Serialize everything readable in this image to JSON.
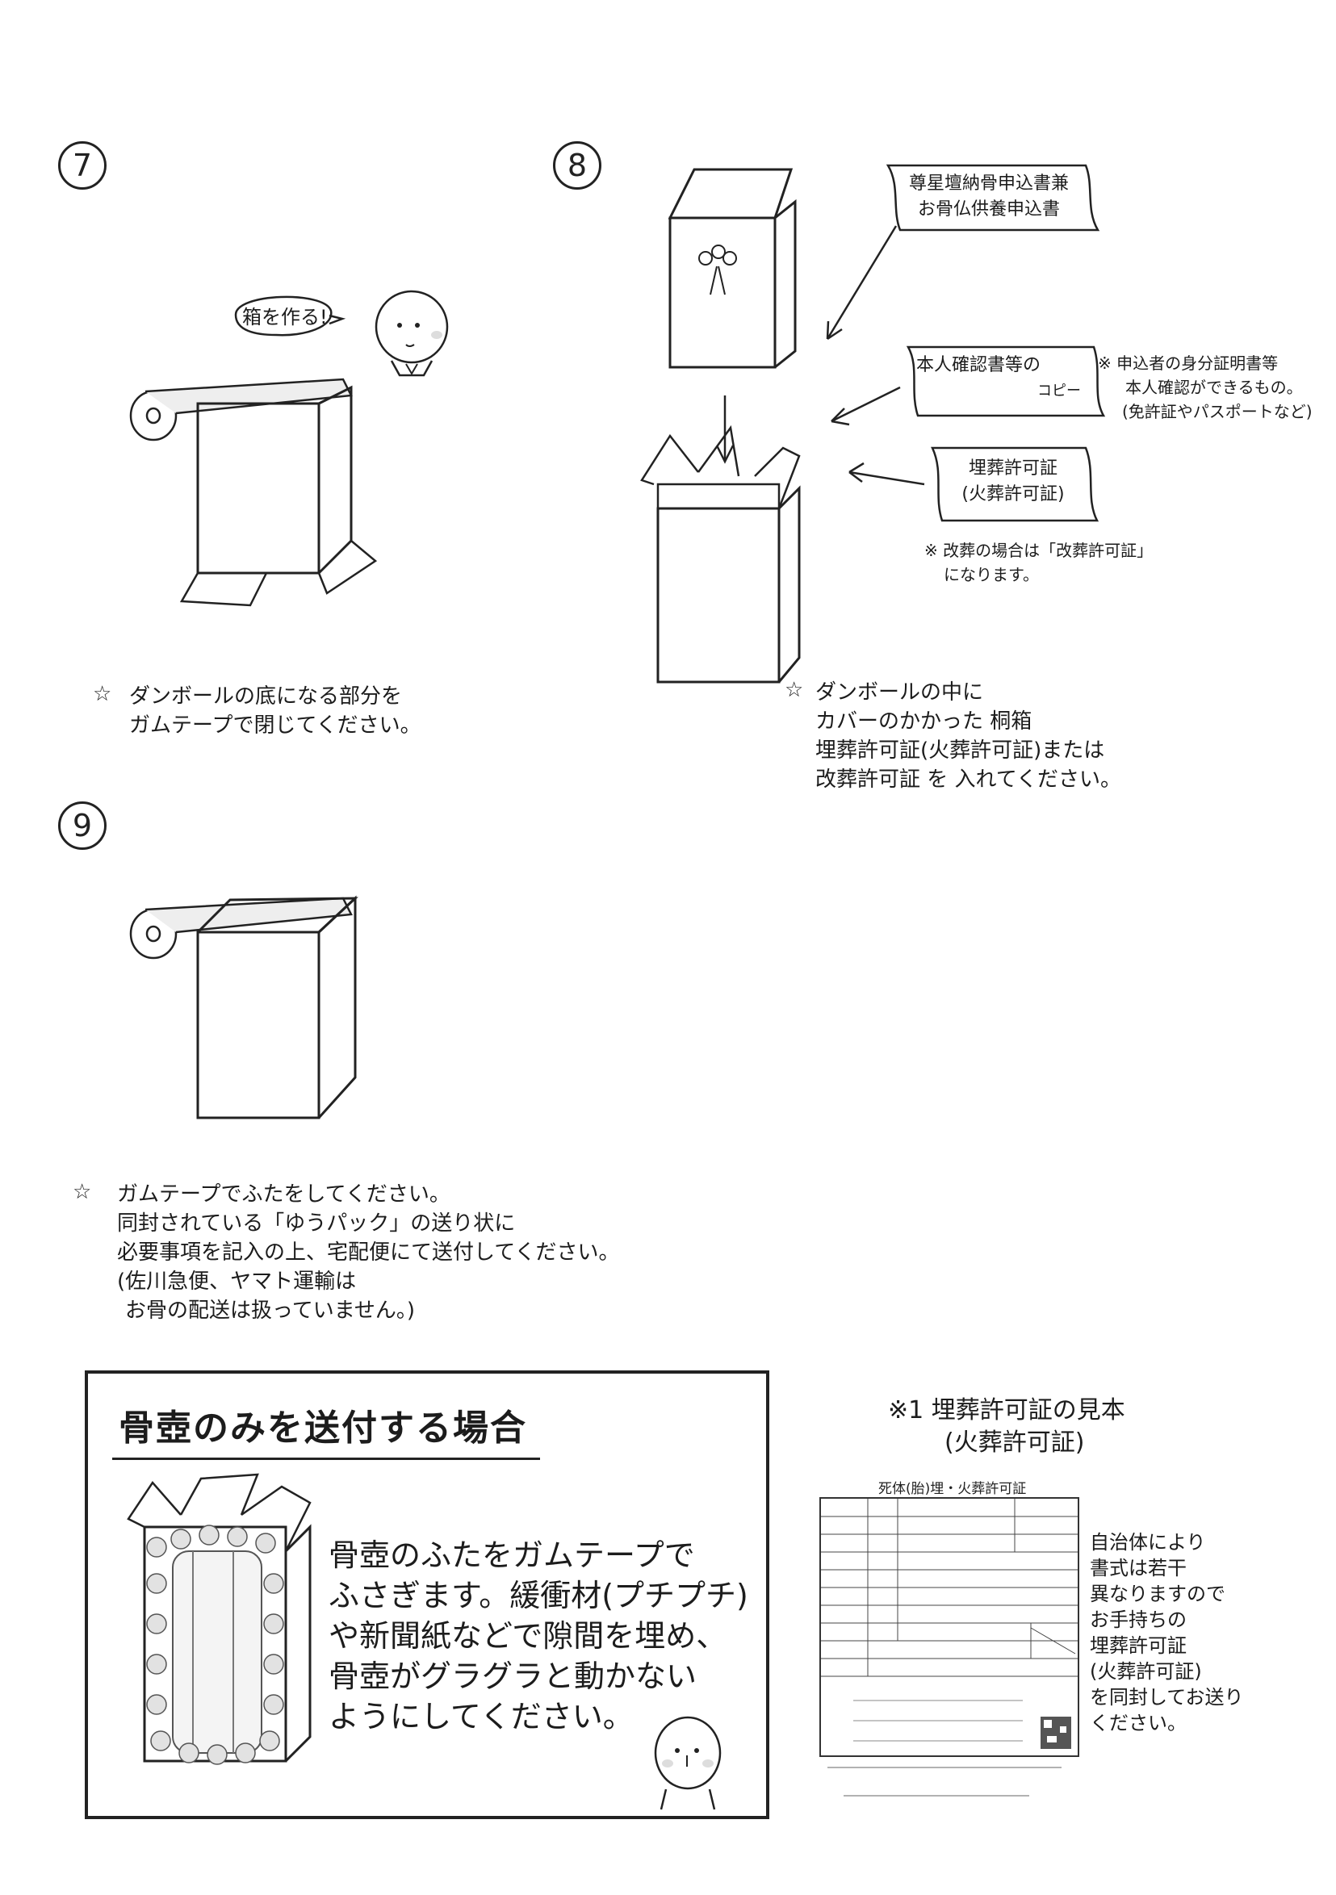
{
  "step7": {
    "number": "7",
    "bubble": "箱を作る!",
    "note_star": "☆",
    "note_lines": [
      "ダンボールの底になる部分を",
      "ガムテープで閉じてください。"
    ]
  },
  "step8": {
    "number": "8",
    "label_application_lines": [
      "尊星壇納骨申込書兼",
      "お骨仏供養申込書"
    ],
    "label_id_lines": [
      "本人確認書等の",
      "コピー"
    ],
    "id_note_lines": [
      "※ 申込者の身分証明書等",
      "本人確認ができるもの。",
      "(免許証やパスポートなど)"
    ],
    "label_permit_lines": [
      "埋葬許可証",
      "(火葬許可証)"
    ],
    "permit_note_lines": [
      "※ 改葬の場合は「改葬許可証」",
      "になります。"
    ],
    "note_star": "☆",
    "note_lines": [
      "ダンボールの中に",
      "カバーのかかった 桐箱",
      "埋葬許可証(火葬許可証)または",
      "改葬許可証 を 入れてください。"
    ]
  },
  "step9": {
    "number": "9",
    "note_star": "☆",
    "note_lines": [
      "ガムテープでふたをしてください。",
      "同封されている「ゆうパック」の送り状に",
      "必要事項を記入の上、宅配便にて送付してください。",
      "(佐川急便、ヤマト運輸は",
      "お骨の配送は扱っていません。)"
    ]
  },
  "urn_panel": {
    "title": "骨壺のみを送付する場合",
    "text_lines": [
      "骨壺のふたをガムテープで",
      "ふさぎます。緩衝材(プチプチ)",
      "や新聞紙などで隙間を埋め、",
      "骨壺がグラグラと動かない",
      "ようにしてください。"
    ]
  },
  "sample": {
    "caption_lines": [
      "※1  埋葬許可証の見本",
      "(火葬許可証)"
    ],
    "cert_title": "死体(胎)埋・火葬許可証",
    "side_note_lines": [
      "自治体により",
      "書式は若干",
      "異なりますので",
      "お手持ちの",
      "埋葬許可証",
      "(火葬許可証)",
      "を同封してお送り",
      "ください。"
    ]
  }
}
